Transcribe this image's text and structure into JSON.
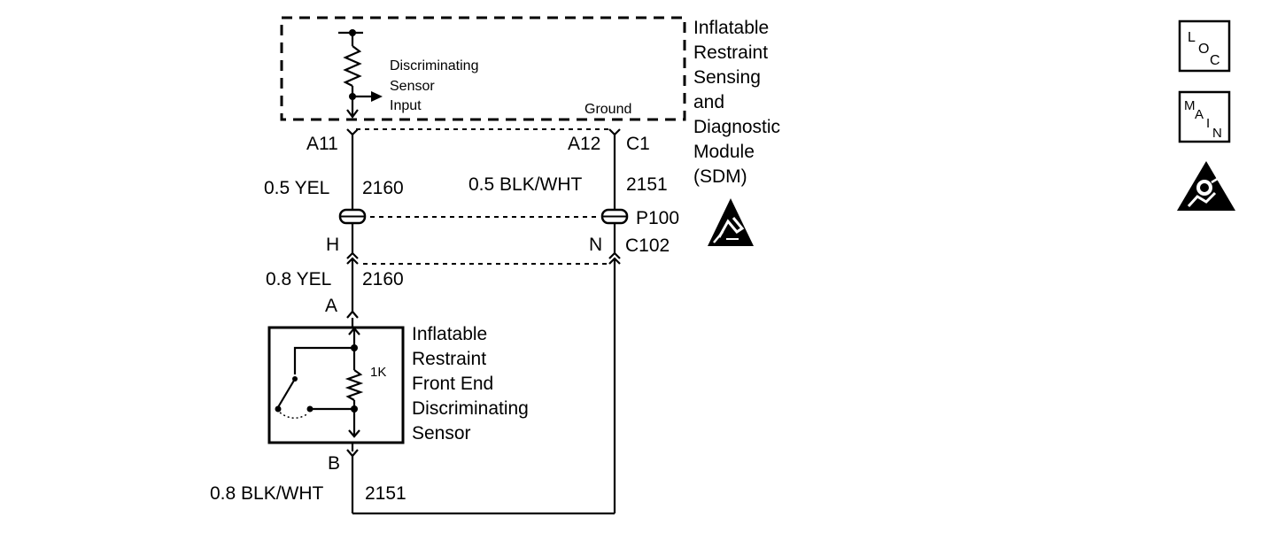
{
  "module": {
    "name_lines": [
      "Inflatable",
      "Restraint",
      "Sensing",
      "and",
      "Diagnostic",
      "Module",
      "(SDM)"
    ],
    "input_label_lines": [
      "Discriminating",
      "Sensor",
      "Input"
    ],
    "ground_label": "Ground"
  },
  "terminals": {
    "a11": "A11",
    "a12": "A12",
    "c1": "C1",
    "h": "H",
    "n": "N",
    "c102": "C102",
    "a": "A",
    "b": "B",
    "p100": "P100"
  },
  "wires": {
    "yel_top_size": "0.5 YEL",
    "yel_top_circuit": "2160",
    "blk_top_size": "0.5 BLK/WHT",
    "blk_top_circuit": "2151",
    "yel_mid_size": "0.8 YEL",
    "yel_mid_circuit": "2160",
    "blk_bottom_size": "0.8 BLK/WHT",
    "blk_bottom_circuit": "2151"
  },
  "sensor": {
    "name_lines": [
      "Inflatable",
      "Restraint",
      "Front End",
      "Discriminating",
      "Sensor"
    ],
    "resistor_label": "1K"
  },
  "side_icons": {
    "loc": {
      "letters": [
        "L",
        "O",
        "C"
      ],
      "icon": "loc-icon"
    },
    "main": {
      "letters": [
        "M",
        "A",
        "I",
        "N"
      ],
      "icon": "main-icon"
    },
    "airbag": {
      "icon": "airbag-warning-icon"
    },
    "esd": {
      "icon": "esd-warning-icon"
    }
  }
}
